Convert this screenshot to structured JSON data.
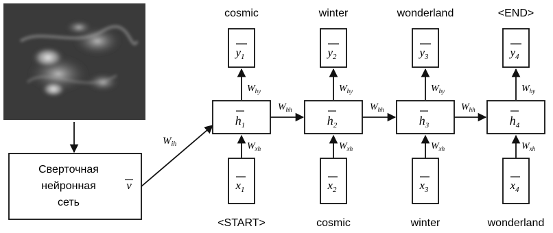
{
  "cnn": {
    "line1": "Сверточная",
    "line2": "нейронная",
    "line3": "сеть",
    "output": "v"
  },
  "weights": {
    "image_to_hidden": "W",
    "image_to_hidden_sub": "ih",
    "hidden_to_hidden": "W",
    "hidden_to_hidden_sub": "hh",
    "input_to_hidden": "W",
    "input_to_hidden_sub": "xh",
    "hidden_to_output": "W",
    "hidden_to_output_sub": "hy"
  },
  "steps": [
    {
      "output_word": "cosmic",
      "output_symbol": "y",
      "output_index": "1",
      "hidden_symbol": "h",
      "hidden_index": "1",
      "input_symbol": "x",
      "input_index": "1",
      "input_word": "<START>"
    },
    {
      "output_word": "winter",
      "output_symbol": "y",
      "output_index": "2",
      "hidden_symbol": "h",
      "hidden_index": "2",
      "input_symbol": "x",
      "input_index": "2",
      "input_word": "cosmic"
    },
    {
      "output_word": "wonderland",
      "output_symbol": "y",
      "output_index": "3",
      "hidden_symbol": "h",
      "hidden_index": "3",
      "input_symbol": "x",
      "input_index": "3",
      "input_word": "winter"
    },
    {
      "output_word": "<END>",
      "output_symbol": "y",
      "output_index": "4",
      "hidden_symbol": "h",
      "hidden_index": "4",
      "input_symbol": "x",
      "input_index": "4",
      "input_word": "wonderland"
    }
  ],
  "colors": {
    "stroke": "#111111",
    "image_bg": "#3a3a3a"
  }
}
